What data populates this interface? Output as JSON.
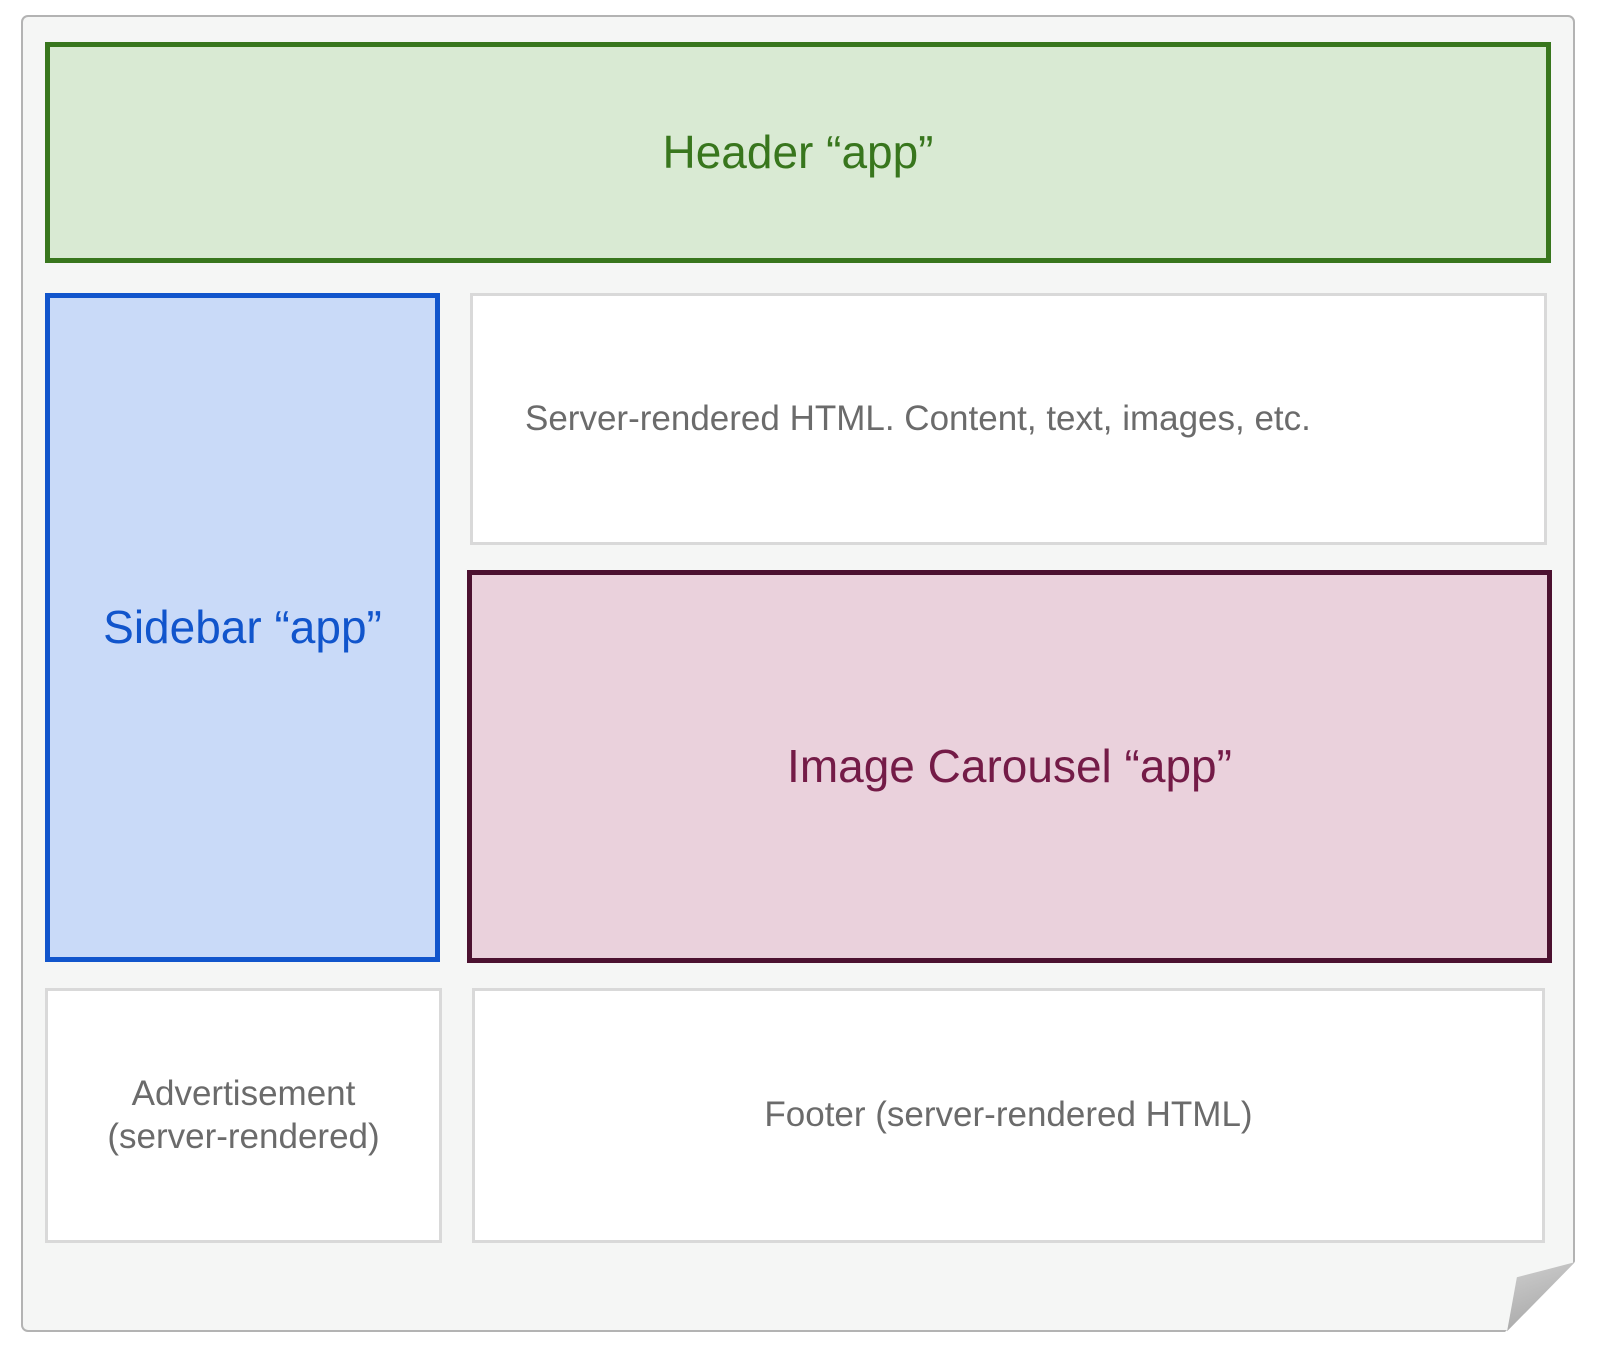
{
  "page": {
    "background": "#f5f6f5",
    "border_color": "#b3b3b3",
    "curl_color": "#b0b0b0"
  },
  "regions": {
    "header": {
      "label": "Header “app”",
      "fill": "#d9ead3",
      "border": "#38761d",
      "text_color": "#38761d"
    },
    "sidebar": {
      "label": "Sidebar “app”",
      "fill": "#c9daf8",
      "border": "#1155cc",
      "text_color": "#1155cc"
    },
    "content": {
      "label": "Server-rendered HTML. Content, text, images, etc.",
      "fill": "#ffffff",
      "border": "#d9d9d9",
      "text_color": "#6b6b6b"
    },
    "carousel": {
      "label": "Image Carousel “app”",
      "fill": "#ead1dc",
      "border": "#4c1130",
      "text_color": "#741b47"
    },
    "advertisement": {
      "label": "Advertisement\n(server-rendered)",
      "fill": "#ffffff",
      "border": "#d9d9d9",
      "text_color": "#6b6b6b"
    },
    "footer": {
      "label": "Footer (server-rendered HTML)",
      "fill": "#ffffff",
      "border": "#d9d9d9",
      "text_color": "#6b6b6b"
    }
  }
}
